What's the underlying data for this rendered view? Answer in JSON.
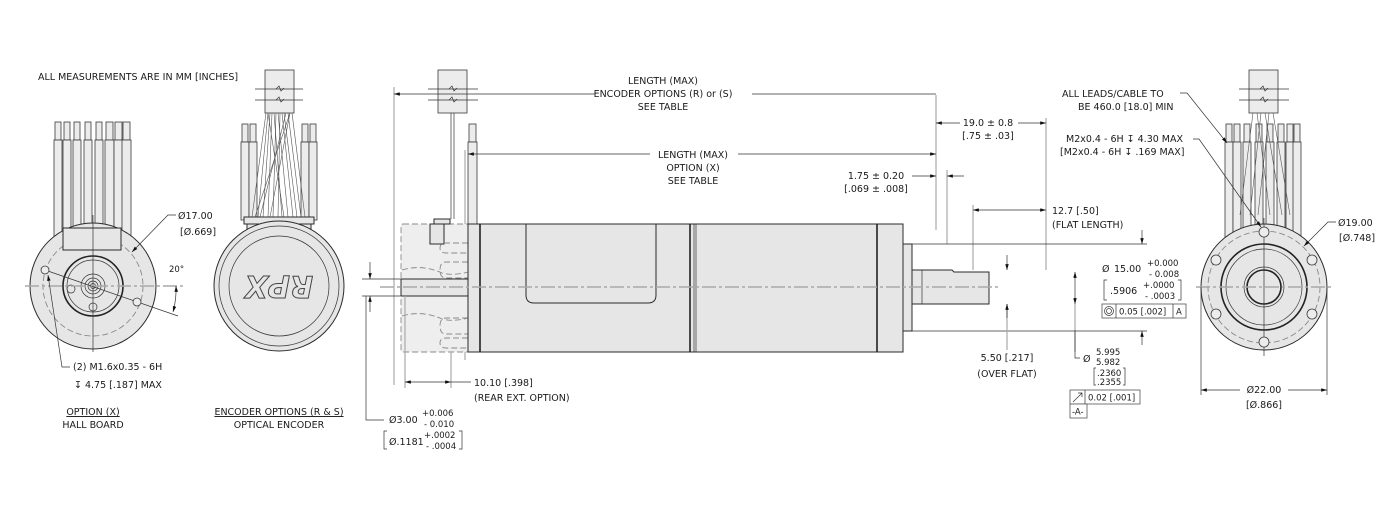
{
  "drawing": {
    "note_units": "ALL MEASUREMENTS ARE IN MM [INCHES]",
    "views": {
      "hall_board": {
        "caption_line1": "OPTION (X)",
        "caption_line2": "HALL BOARD",
        "dia_mm": "Ø17.00",
        "dia_in": "[Ø.669]",
        "angle": "20°",
        "thread_line1": "(2) M1.6x0.35 - 6H",
        "thread_line2": "↧ 4.75 [.187] MAX"
      },
      "optical_encoder": {
        "caption_line1": "ENCODER OPTIONS (R & S)",
        "caption_line2": "OPTICAL ENCODER",
        "logo": "RPX"
      },
      "side": {
        "length_encoder_line1": "LENGTH (MAX)",
        "length_encoder_line2": "ENCODER OPTIONS (R) or (S)",
        "length_encoder_line3": "SEE TABLE",
        "length_x_line1": "LENGTH (MAX)",
        "length_x_line2": "OPTION (X)",
        "length_x_line3": "SEE TABLE",
        "shaft_length_mm": "19.0 ± 0.8",
        "shaft_length_in": "[.75 ± .03]",
        "pilot_length_mm": "1.75 ± 0.20",
        "pilot_length_in": "[.069 ± .008]",
        "flat_length_mm": "12.7 [.50]",
        "flat_length_label": "(FLAT LENGTH)",
        "pilot_dia_prefix": "Ø",
        "pilot_dia_nom": "15.00",
        "pilot_dia_tol_plus": "+0.000",
        "pilot_dia_tol_minus": "- 0.008",
        "pilot_dia_in_nom": ".5906",
        "pilot_dia_in_tol_plus": "+.0000",
        "pilot_dia_in_tol_minus": "- .0003",
        "concentricity_value": "0.05 [.002]",
        "concentricity_datum": "A",
        "over_flat_mm": "5.50 [.217]",
        "over_flat_label": "(OVER FLAT)",
        "shaft_dia_prefix": "Ø",
        "shaft_dia_max": "5.995",
        "shaft_dia_min": "5.982",
        "shaft_dia_in_max": ".2360",
        "shaft_dia_in_min": ".2355",
        "runout_value": "0.02 [.001]",
        "datum_label": "-A-",
        "rear_ext_mm": "10.10 [.398]",
        "rear_ext_label": "(REAR EXT. OPTION)",
        "rear_shaft_dia_nom": "Ø3.00",
        "rear_shaft_tol_plus": "+0.006",
        "rear_shaft_tol_minus": "- 0.010",
        "rear_shaft_in_nom": "Ø.1181",
        "rear_shaft_in_tol_plus": "+.0002",
        "rear_shaft_in_tol_minus": "- .0004"
      },
      "front": {
        "leads_note_line1": "ALL LEADS/CABLE TO",
        "leads_note_line2": "BE 460.0 [18.0] MIN",
        "thread_line1": "M2x0.4 - 6H   ↧ 4.30 MAX",
        "thread_line2": "[M2x0.4 - 6H   ↧ .169 MAX]",
        "bolt_circle_mm": "Ø19.00",
        "bolt_circle_in": "[Ø.748]",
        "outer_dia_mm": "Ø22.00",
        "outer_dia_in": "[Ø.866]"
      }
    }
  }
}
